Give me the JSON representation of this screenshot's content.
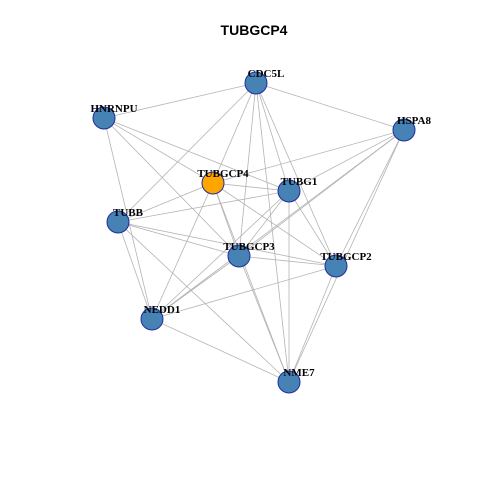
{
  "title": "TUBGCP4",
  "colors": {
    "node_fill": "#4682B4",
    "node_stroke": "#1f2d9e",
    "highlight_fill": "#FFA500",
    "edge": "#b4b4b4"
  },
  "nodes": [
    {
      "id": "CDC5L",
      "label": "CDC5L",
      "highlight": false
    },
    {
      "id": "HNRNPU",
      "label": "HNRNPU",
      "highlight": false
    },
    {
      "id": "HSPA8",
      "label": "HSPA8",
      "highlight": false
    },
    {
      "id": "TUBGCP4",
      "label": "TUBGCP4",
      "highlight": true
    },
    {
      "id": "TUBG1",
      "label": "TUBG1",
      "highlight": false
    },
    {
      "id": "TUBB",
      "label": "TUBB",
      "highlight": false
    },
    {
      "id": "TUBGCP3",
      "label": "TUBGCP3",
      "highlight": false
    },
    {
      "id": "TUBGCP2",
      "label": "TUBGCP2",
      "highlight": false
    },
    {
      "id": "NEDD1",
      "label": "NEDD1",
      "highlight": false
    },
    {
      "id": "NME7",
      "label": "NME7",
      "highlight": false
    }
  ],
  "edges": [
    [
      "HNRNPU",
      "CDC5L"
    ],
    [
      "HNRNPU",
      "TUBG1"
    ],
    [
      "HNRNPU",
      "TUBGCP3"
    ],
    [
      "HNRNPU",
      "TUBGCP4"
    ],
    [
      "HNRNPU",
      "NEDD1"
    ],
    [
      "CDC5L",
      "HSPA8"
    ],
    [
      "CDC5L",
      "TUBGCP4"
    ],
    [
      "CDC5L",
      "TUBG1"
    ],
    [
      "CDC5L",
      "TUBGCP3"
    ],
    [
      "CDC5L",
      "TUBGCP2"
    ],
    [
      "CDC5L",
      "TUBB"
    ],
    [
      "CDC5L",
      "NME7"
    ],
    [
      "HSPA8",
      "TUBGCP4"
    ],
    [
      "HSPA8",
      "TUBG1"
    ],
    [
      "HSPA8",
      "TUBGCP3"
    ],
    [
      "HSPA8",
      "TUBGCP2"
    ],
    [
      "HSPA8",
      "NEDD1"
    ],
    [
      "HSPA8",
      "NME7"
    ],
    [
      "TUBGCP4",
      "TUBB"
    ],
    [
      "TUBGCP4",
      "TUBG1"
    ],
    [
      "TUBGCP4",
      "TUBGCP3"
    ],
    [
      "TUBGCP4",
      "TUBGCP2"
    ],
    [
      "TUBGCP4",
      "NEDD1"
    ],
    [
      "TUBGCP4",
      "NME7"
    ],
    [
      "TUBG1",
      "TUBB"
    ],
    [
      "TUBG1",
      "TUBGCP3"
    ],
    [
      "TUBG1",
      "TUBGCP2"
    ],
    [
      "TUBG1",
      "NEDD1"
    ],
    [
      "TUBG1",
      "NME7"
    ],
    [
      "TUBB",
      "TUBGCP3"
    ],
    [
      "TUBB",
      "TUBGCP2"
    ],
    [
      "TUBB",
      "NEDD1"
    ],
    [
      "TUBB",
      "NME7"
    ],
    [
      "TUBGCP3",
      "TUBGCP2"
    ],
    [
      "TUBGCP3",
      "NEDD1"
    ],
    [
      "TUBGCP3",
      "NME7"
    ],
    [
      "TUBGCP2",
      "NEDD1"
    ],
    [
      "TUBGCP2",
      "NME7"
    ],
    [
      "NEDD1",
      "NME7"
    ]
  ]
}
